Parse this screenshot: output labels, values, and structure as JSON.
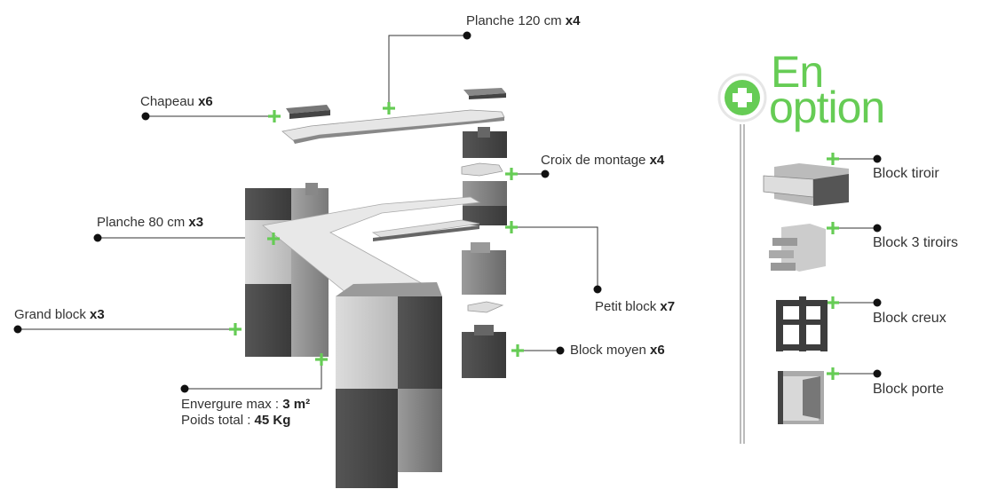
{
  "labels": {
    "planche120": {
      "text": "Planche 120 cm ",
      "qty": "x4"
    },
    "chapeau": {
      "text": "Chapeau ",
      "qty": "x6"
    },
    "croix": {
      "text": "Croix de montage ",
      "qty": "x4"
    },
    "planche80": {
      "text": "Planche 80 cm ",
      "qty": "x3"
    },
    "petit": {
      "text": "Petit block ",
      "qty": "x7"
    },
    "grand": {
      "text": "Grand block ",
      "qty": "x3"
    },
    "moyen": {
      "text": "Block moyen ",
      "qty": "x6"
    }
  },
  "specs": {
    "envergure_label": "Envergure max : ",
    "envergure_value": "3 m²",
    "poids_label": "Poids total : ",
    "poids_value": "45 Kg"
  },
  "option": {
    "title_line1": "En",
    "title_line2": "option",
    "items": [
      "Block tiroir",
      "Block 3 tiroirs",
      "Block creux",
      "Block porte"
    ]
  },
  "colors": {
    "accent": "#66cc55",
    "line": "#333333",
    "dot": "#111111"
  }
}
